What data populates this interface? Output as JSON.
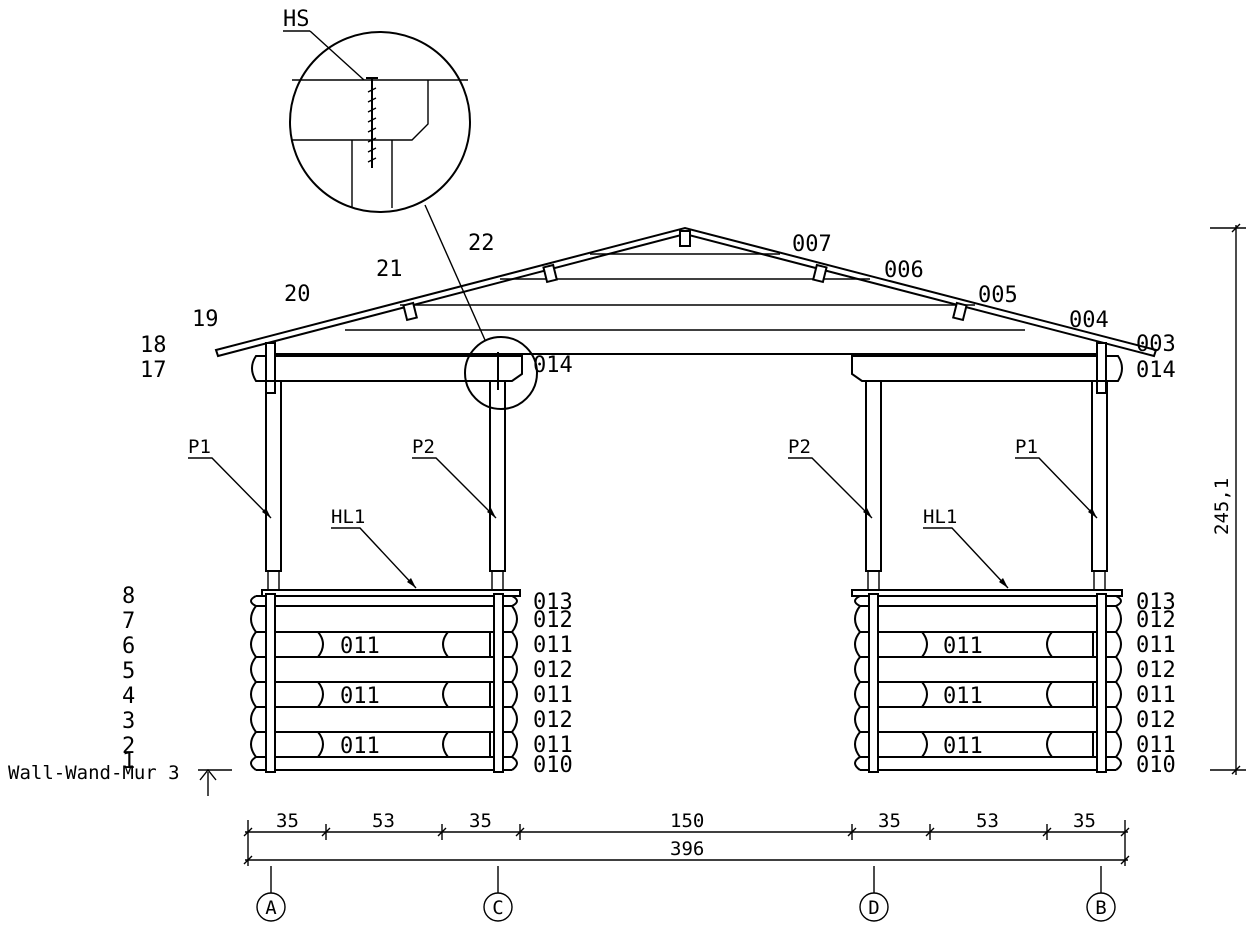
{
  "wall_label": "Wall-Wand-Mur 3",
  "detail_label": "HS",
  "course_numbers_left": [
    "18",
    "17",
    "8",
    "7",
    "6",
    "5",
    "4",
    "3",
    "2",
    "1"
  ],
  "roof_labels_left": [
    "19",
    "20",
    "21",
    "22"
  ],
  "roof_labels_right": [
    "007",
    "006",
    "005",
    "004",
    "003"
  ],
  "part_labels_right": [
    "014",
    "013",
    "012",
    "011",
    "012",
    "011",
    "012",
    "011",
    "010"
  ],
  "beam_label_center": "014",
  "log_labels": [
    "011",
    "011",
    "011",
    "011",
    "011",
    "011"
  ],
  "post_labels": [
    "P1",
    "P2",
    "P2",
    "P1"
  ],
  "rail_labels": [
    "HL1",
    "HL1"
  ],
  "dimensions_top": [
    "35",
    "53",
    "35",
    "150",
    "35",
    "53",
    "35"
  ],
  "dimension_total": "396",
  "dimension_height": "245,1",
  "axes": [
    "A",
    "C",
    "D",
    "B"
  ]
}
